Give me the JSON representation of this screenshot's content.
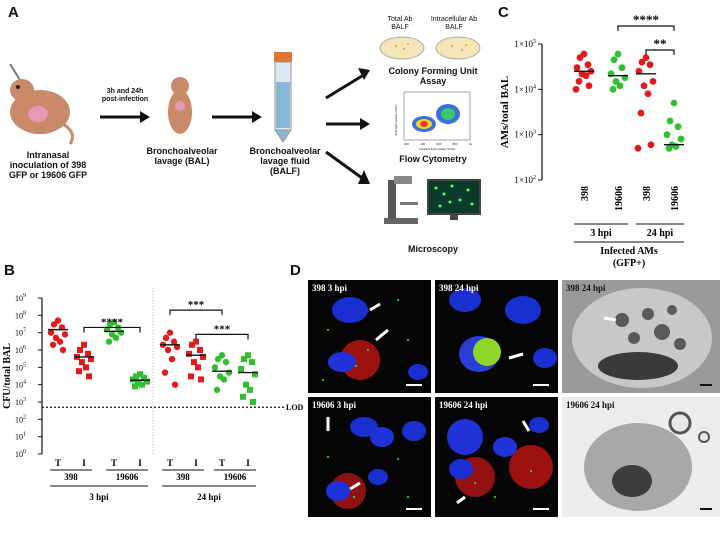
{
  "panel_a": {
    "label": "A",
    "step1": "Intranasal inoculation of 398 GFP or 19606 GFP",
    "arrow1": "3h and 24h post-infection",
    "step2": "Bronchoalveolar lavage (BAL)",
    "step3": "Bronchoalveolar lavage fluid (BALF)",
    "plate1": "Total Ab BALF",
    "plate2": "Intracellular Ab BALF",
    "out1": "Colony Forming Unit Assay",
    "out2": "Flow Cytometry",
    "out3": "Microscopy",
    "flow_y": "Side light scatter (SSC)",
    "flow_x": "Forward light scatter (FSC)",
    "flow_ticks": [
      "200",
      "400",
      "600",
      "800",
      "1k"
    ]
  },
  "panel_b": {
    "label": "B",
    "ylabel": "CFU/total BAL",
    "lod": "LOD",
    "sig1": "****",
    "sig2": "***",
    "sig3": "***",
    "group_labels": [
      "T",
      "I",
      "T",
      "I",
      "T",
      "I",
      "T",
      "I"
    ],
    "strain_labels": [
      "398",
      "19606",
      "398",
      "19606"
    ],
    "time_labels": [
      "3 hpi",
      "24 hpi"
    ]
  },
  "panel_c": {
    "label": "C",
    "ylabel": "AMs/total BAL",
    "sig1": "****",
    "sig2": "**",
    "x_labels": [
      "398",
      "19606",
      "398",
      "19606"
    ],
    "time_labels": [
      "3 hpi",
      "24 hpi"
    ],
    "footer1": "Infected AMs",
    "footer2": "(GFP+)"
  },
  "panel_d": {
    "label": "D",
    "img_labels": [
      "398 3 hpi",
      "398 24 hpi",
      "398 24 hpi",
      "19606 3 hpi",
      "19606 24 hpi",
      "19606 24 hpi"
    ]
  },
  "colors": {
    "red": "#e31a1c",
    "green": "#2fbf2f",
    "black": "#111111"
  },
  "chart_data": [
    {
      "type": "scatter",
      "panel": "B",
      "ylabel": "CFU/total BAL",
      "yscale": "log",
      "ylim": [
        1,
        1000000000
      ],
      "lod": 500,
      "categories": [
        "398 T 3hpi",
        "398 I 3hpi",
        "19606 T 3hpi",
        "19606 I 3hpi",
        "398 T 24hpi",
        "398 I 24hpi",
        "19606 T 24hpi",
        "19606 I 24hpi"
      ],
      "series": [
        {
          "values": [
            50000000,
            30000000,
            20000000,
            10000000,
            8000000,
            5000000,
            3000000,
            2000000,
            1000000
          ]
        },
        {
          "values": [
            2000000,
            1000000,
            600000,
            400000,
            300000,
            200000,
            100000,
            60000,
            30000
          ]
        },
        {
          "values": [
            40000000,
            30000000,
            20000000,
            15000000,
            10000000,
            8000000,
            5000000,
            3000000
          ]
        },
        {
          "values": [
            40000,
            30000,
            25000,
            20000,
            15000,
            12000,
            10000,
            8000
          ]
        },
        {
          "values": [
            10000000,
            5000000,
            3000000,
            2000000,
            1500000,
            1000000,
            300000,
            50000,
            10000
          ]
        },
        {
          "values": [
            3000000,
            2000000,
            1000000,
            600000,
            400000,
            200000,
            100000,
            30000,
            20000
          ]
        },
        {
          "values": [
            500000,
            300000,
            200000,
            100000,
            50000,
            30000,
            20000,
            5000
          ]
        },
        {
          "values": [
            500000,
            300000,
            200000,
            80000,
            40000,
            10000,
            5000,
            2000,
            1000
          ]
        }
      ],
      "medians": [
        15000000,
        400000,
        12000000,
        18000,
        2000000,
        500000,
        60000,
        50000
      ]
    },
    {
      "type": "scatter",
      "panel": "C",
      "ylabel": "AMs/total BAL",
      "yscale": "log",
      "ylim": [
        100,
        100000
      ],
      "categories": [
        "398 3 hpi",
        "19606 3 hpi",
        "398 24 hpi",
        "19606 24 hpi"
      ],
      "series": [
        {
          "values": [
            60000,
            50000,
            35000,
            30000,
            25000,
            22000,
            20000,
            15000,
            12000,
            10000
          ]
        },
        {
          "values": [
            60000,
            45000,
            30000,
            22000,
            18000,
            15000,
            12000,
            10000
          ]
        },
        {
          "values": [
            50000,
            40000,
            35000,
            25000,
            15000,
            12000,
            8000,
            3000,
            600,
            500
          ]
        },
        {
          "values": [
            5000,
            2000,
            1500,
            1000,
            800,
            600,
            550,
            500
          ]
        }
      ],
      "medians": [
        25000,
        20000,
        22000,
        600
      ]
    }
  ]
}
